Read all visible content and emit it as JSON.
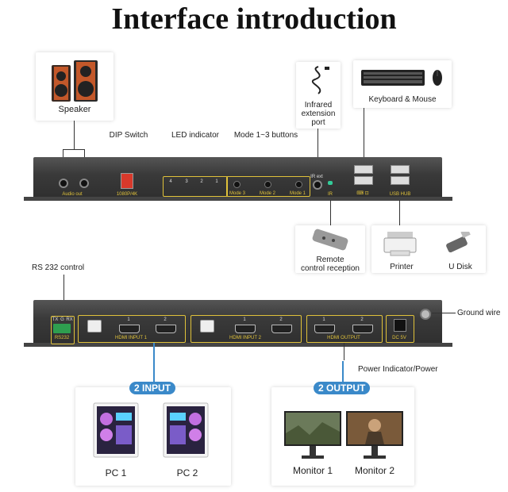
{
  "title": "Interface introduction",
  "top": {
    "speaker": "Speaker",
    "dip_switch": "DIP Switch",
    "led_indicator": "LED indicator",
    "mode_buttons": "Mode 1~3 buttons",
    "infrared_port": [
      "Infrared",
      "extension",
      "port"
    ],
    "keyboard_mouse": "Keyboard & Mouse",
    "remote": [
      "Remote",
      "control reception"
    ],
    "printer": "Printer",
    "udisk": "U Disk"
  },
  "front_panel": {
    "audio_out": "Audio out",
    "res": "1080P/4K",
    "leds": [
      "4",
      "3",
      "2",
      "1"
    ],
    "modes": [
      "Mode 3",
      "Mode 2",
      "Mode 1"
    ],
    "ir_ext": "IR ext",
    "ir": "IR",
    "usb_hub": "USB HUB"
  },
  "rear": {
    "rs232_control": "RS 232 control",
    "rs232": "RS232",
    "rs_pins": [
      "TX",
      "G",
      "RX"
    ],
    "hdmi_input1": "HDMI INPUT 1",
    "hdmi_input2": "HDMI INPUT 2",
    "hdmi_output": "HDMI OUTPUT",
    "port_nums": [
      "1",
      "2"
    ],
    "dc": "DC 5V",
    "ground_wire": "Ground wire",
    "power_indicator": "Power Indicator/Power"
  },
  "bottom": {
    "input_pill": "2 INPUT",
    "output_pill": "2 OUTPUT",
    "pcs": [
      "PC 1",
      "PC 2"
    ],
    "monitors": [
      "Monitor 1",
      "Monitor 2"
    ]
  },
  "colors": {
    "accent": "#3a89c9",
    "gold": "#e0c23a",
    "panel": "#333333"
  }
}
